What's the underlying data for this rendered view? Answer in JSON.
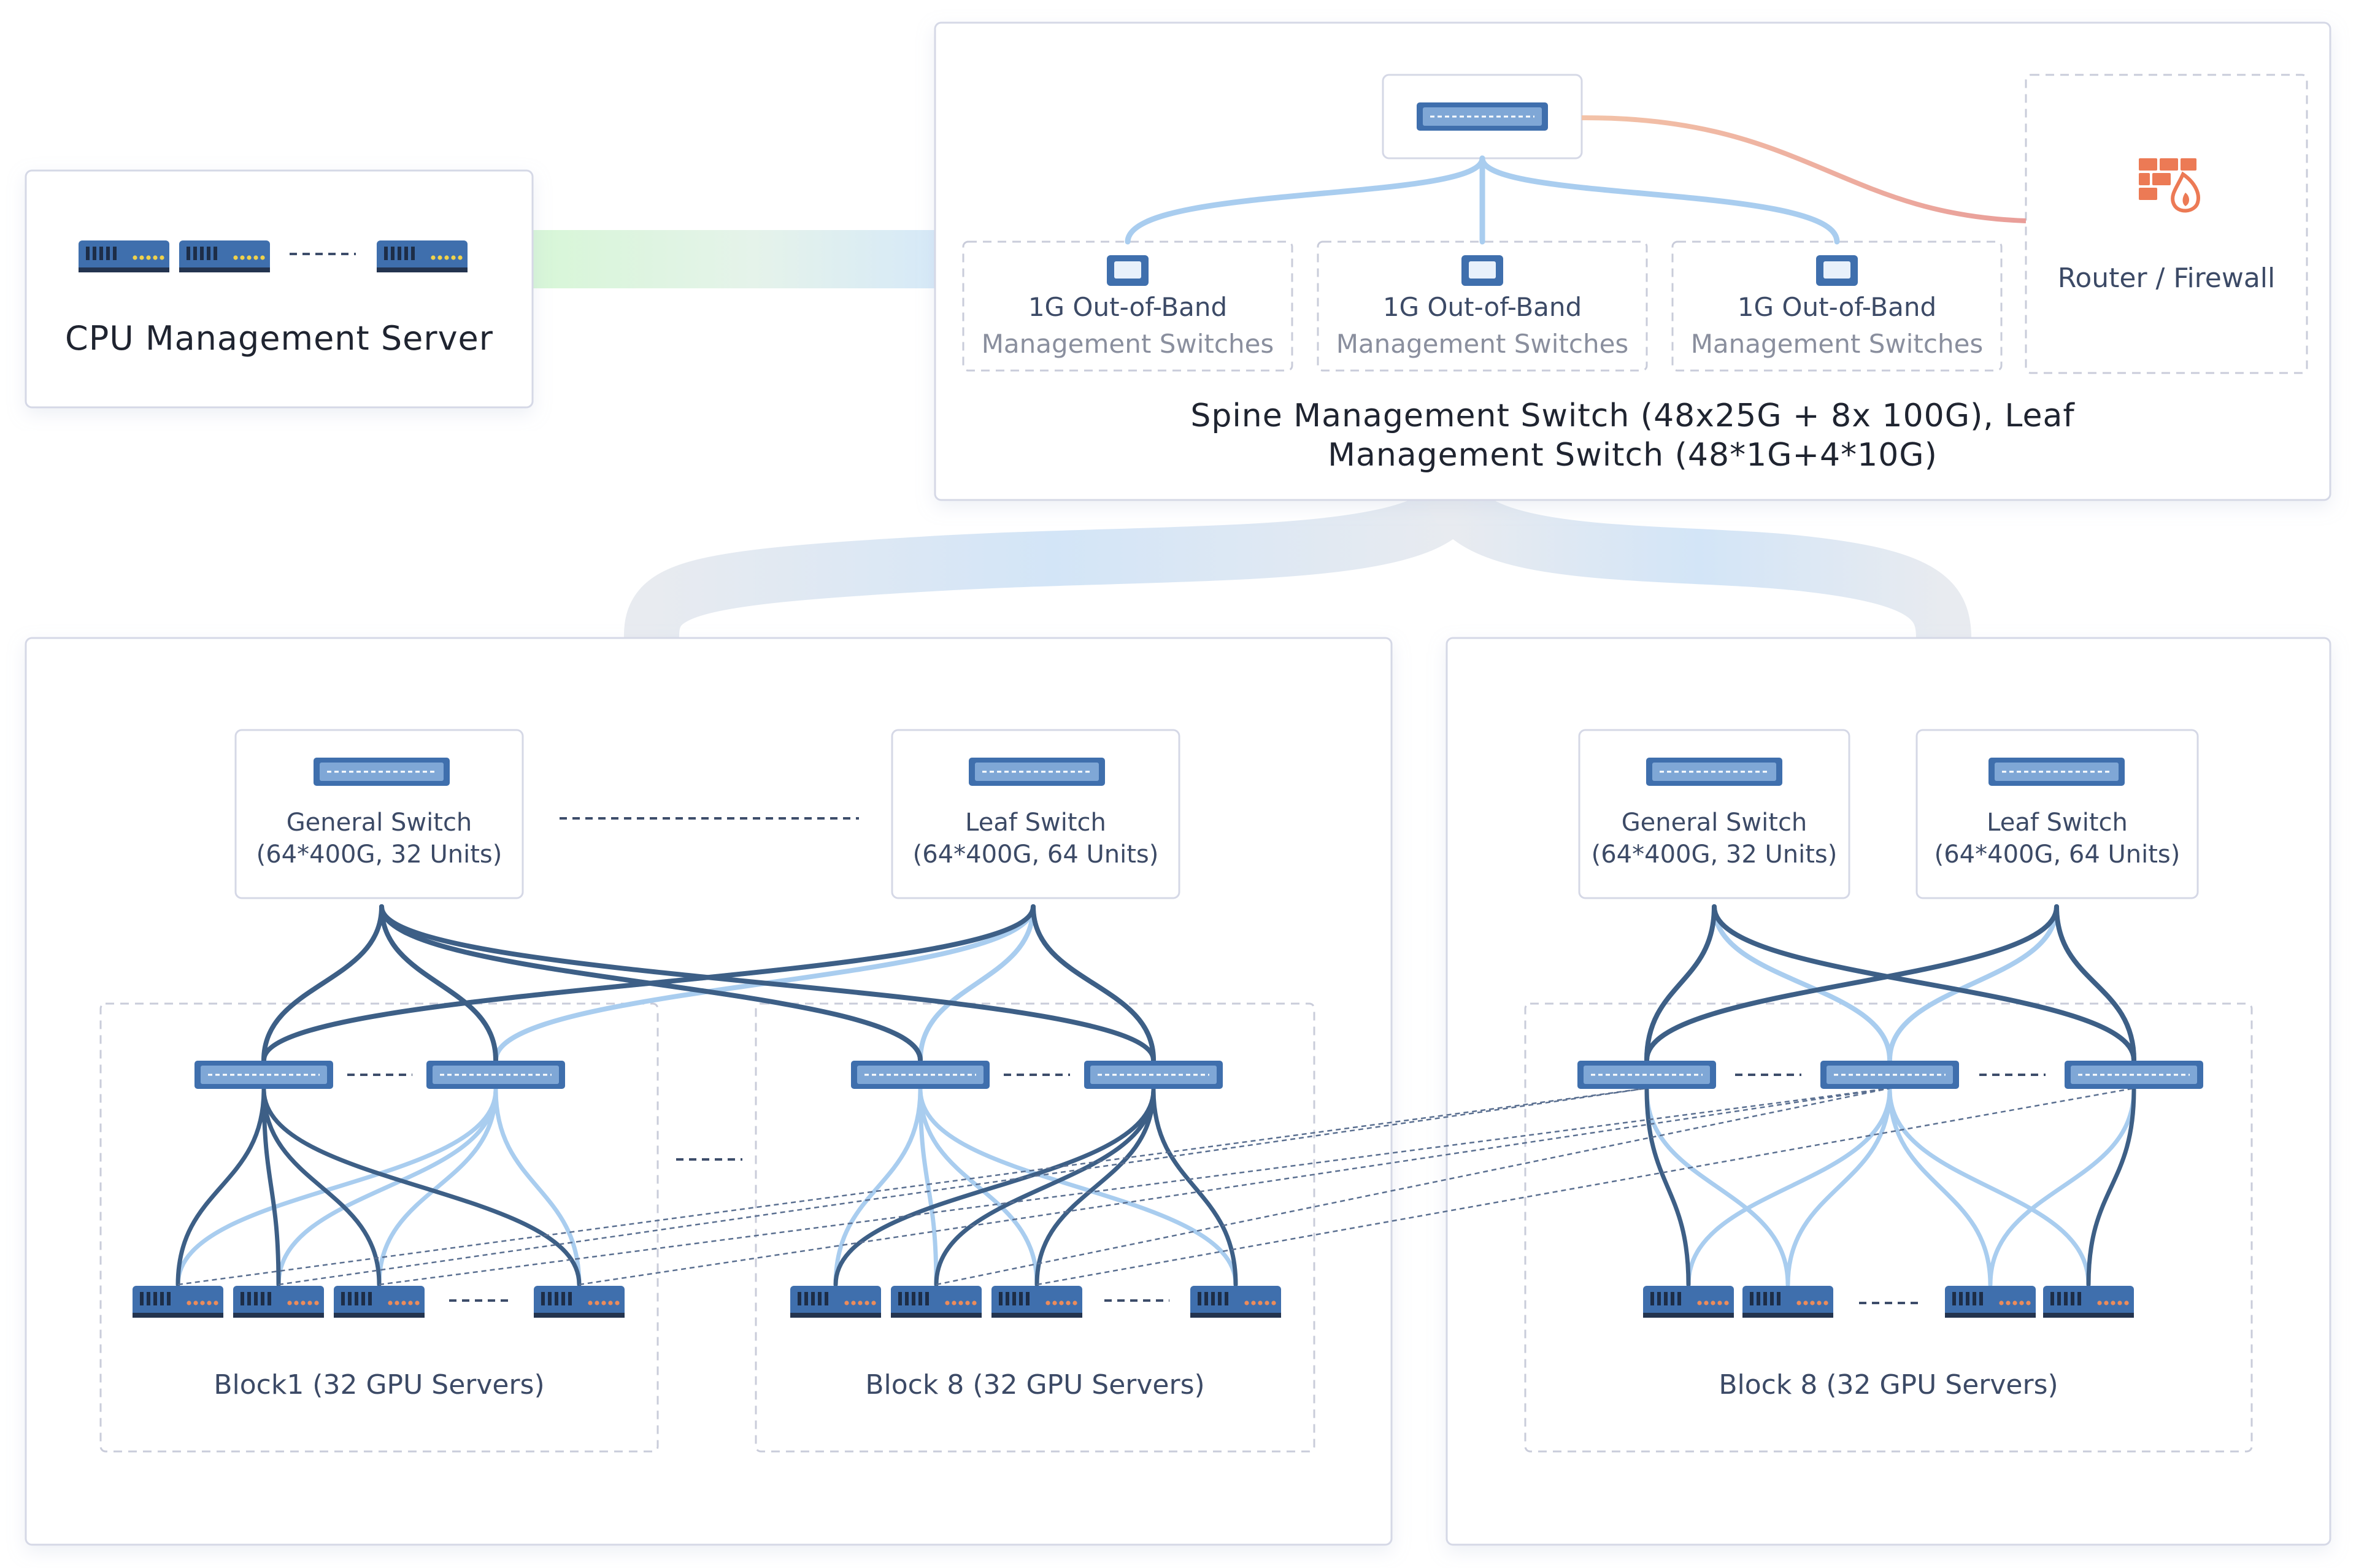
{
  "cpu_server": {
    "label": "CPU Management Server"
  },
  "mgmt": {
    "oob": [
      {
        "title": "1G Out-of-Band",
        "subtitle": "Management Switches"
      },
      {
        "title": "1G Out-of-Band",
        "subtitle": "Management Switches"
      },
      {
        "title": "1G Out-of-Band",
        "subtitle": "Management Switches"
      }
    ],
    "router_label": "Router / Firewall",
    "caption_line1": "Spine Management Switch (48x25G + 8x 100G), Leaf",
    "caption_line2": "Management Switch (48*1G+4*10G)"
  },
  "pod_left": {
    "general_switch": {
      "line1": "General Switch",
      "line2": "(64*400G, 32 Units)"
    },
    "leaf_switch": {
      "line1": "Leaf Switch",
      "line2": "(64*400G, 64 Units)"
    },
    "block_a": "Block1 (32 GPU Servers)",
    "block_b": "Block 8 (32 GPU Servers)"
  },
  "pod_right": {
    "general_switch": {
      "line1": "General Switch",
      "line2": "(64*400G, 32 Units)"
    },
    "leaf_switch": {
      "line1": "Leaf Switch",
      "line2": "(64*400G, 64 Units)"
    },
    "block": "Block 8 (32 GPU Servers)"
  },
  "colors": {
    "dark_link": "#3d5f86",
    "light_link": "#a9cdef",
    "switch_blue": "#3f6fad",
    "switch_face": "#7fa7d6",
    "panel_border": "#d5d8e6",
    "dashed_border": "#c9ccda",
    "text": "#3c4a66",
    "text_muted": "#8a8f9e",
    "firewall": "#ec7a55",
    "router_link": "#e8a08a"
  },
  "icons": [
    "network-switch-icon",
    "server-icon",
    "firewall-icon",
    "monitor-icon"
  ]
}
